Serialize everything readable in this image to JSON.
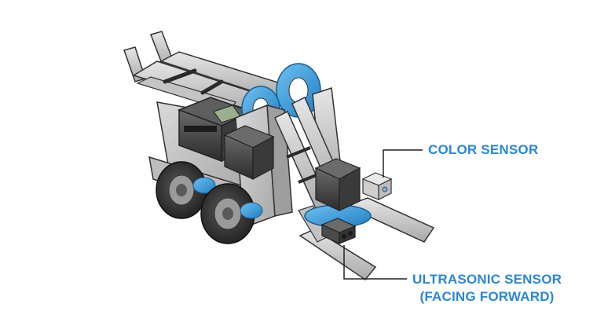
{
  "labels": {
    "color_sensor": "COLOR SENSOR",
    "ultrasonic_line1": "ULTRASONIC SENSOR",
    "ultrasonic_line2": "(FACING FORWARD)"
  },
  "colors": {
    "label_text": "#2a86d9",
    "accent_blue": "#3399dd",
    "structure_gray": "#c9c9c9",
    "dark_gray": "#3d3d3d",
    "outline": "#222222"
  }
}
